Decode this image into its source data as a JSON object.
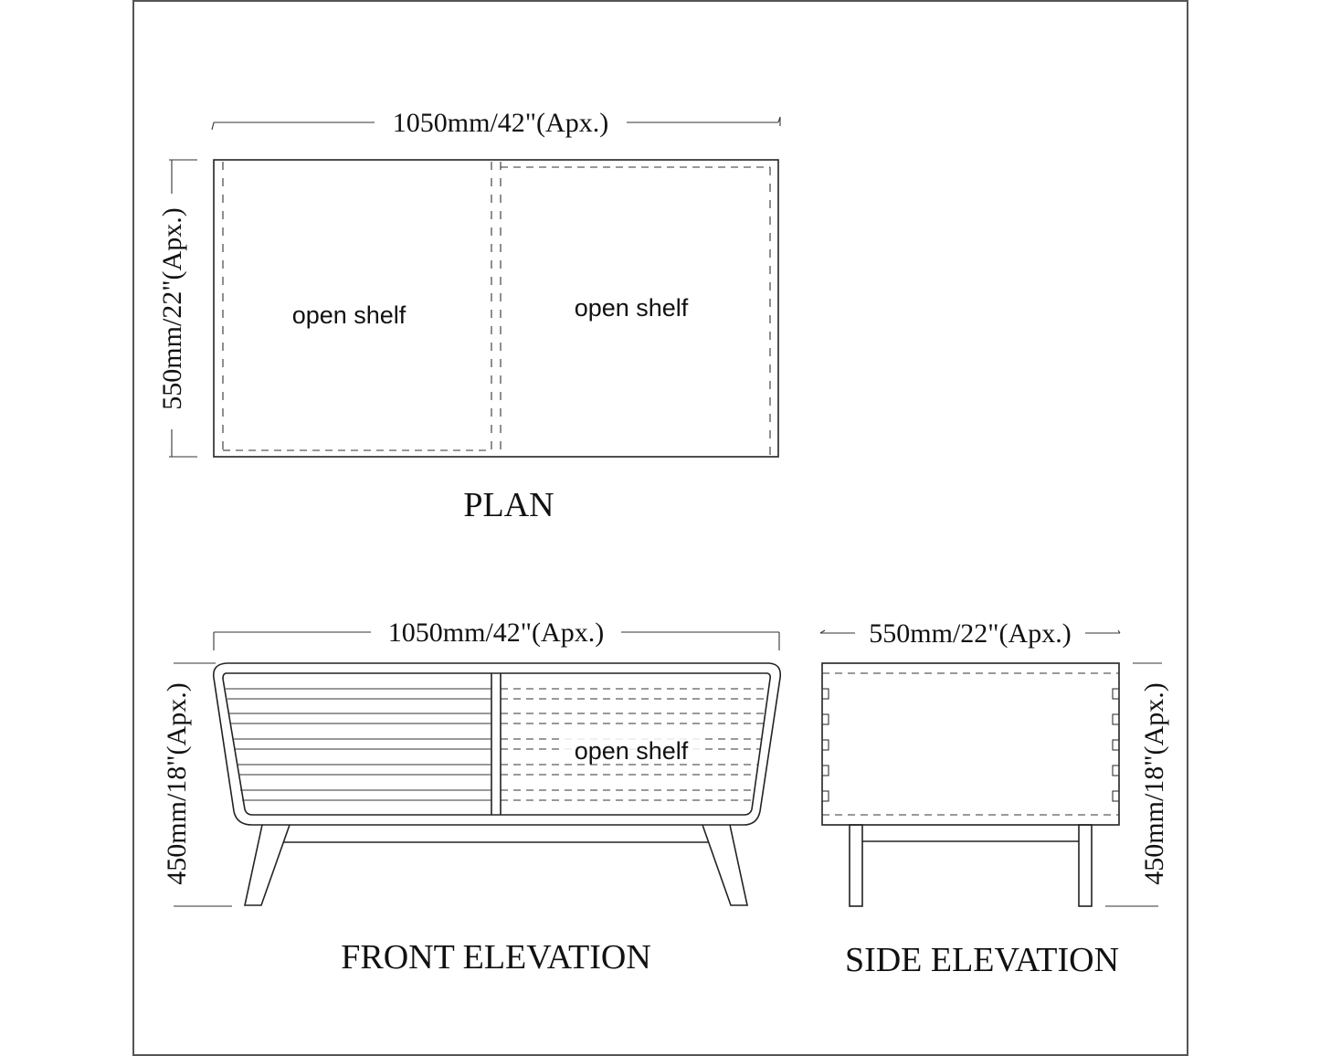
{
  "drawing": {
    "subject": "Two-section open shelf cabinet / TV unit",
    "line_color": "#222222",
    "background": "#ffffff"
  },
  "plan": {
    "title": "PLAN",
    "width_dim": "1050mm/42\"(Apx.)",
    "depth_dim": "550mm/22\"(Apx.)",
    "labels": [
      "open shelf",
      "open shelf"
    ]
  },
  "front_elevation": {
    "title": "FRONT ELEVATION",
    "width_dim": "1050mm/42\"(Apx.)",
    "height_dim": "450mm/18\"(Apx.)",
    "label": "open shelf",
    "slat_count_left": 10,
    "shelf_lines_right": 10
  },
  "side_elevation": {
    "title": "SIDE ELEVATION",
    "width_dim": "550mm/22\"(Apx.)",
    "height_dim": "450mm/18\"(Apx.)",
    "tab_count_each_side": 5
  }
}
